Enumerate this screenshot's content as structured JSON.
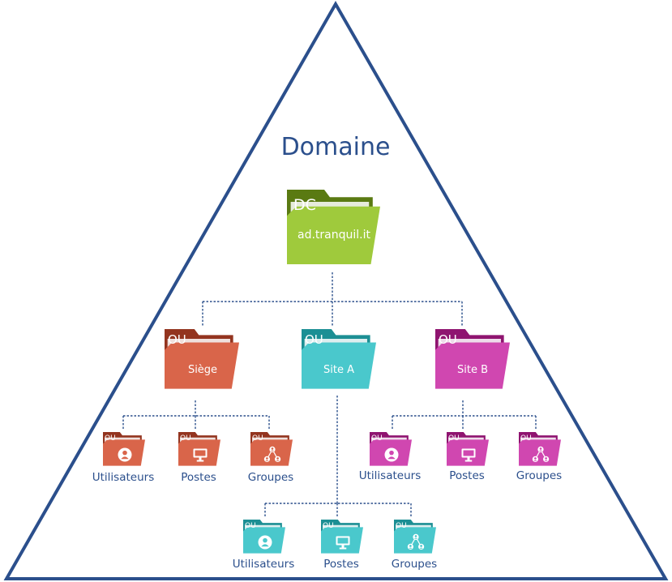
{
  "diagram": {
    "title": "Domaine",
    "root": {
      "tag": "DC",
      "name": "ad.tranquil.it",
      "color_dark": "#5a7a12",
      "color_light": "#9fca3c"
    },
    "sites": [
      {
        "tag": "OU",
        "name": "Siège",
        "color_dark": "#93341f",
        "color_light": "#d9654a",
        "children": [
          {
            "tag": "OU",
            "label": "Utilisateurs",
            "icon": "user-icon"
          },
          {
            "tag": "OU",
            "label": "Postes",
            "icon": "monitor-icon"
          },
          {
            "tag": "OU",
            "label": "Groupes",
            "icon": "group-icon"
          }
        ]
      },
      {
        "tag": "OU",
        "name": "Site A",
        "color_dark": "#1c8f94",
        "color_light": "#4ac8cc",
        "children": [
          {
            "tag": "OU",
            "label": "Utilisateurs",
            "icon": "user-icon"
          },
          {
            "tag": "OU",
            "label": "Postes",
            "icon": "monitor-icon"
          },
          {
            "tag": "OU",
            "label": "Groupes",
            "icon": "group-icon"
          }
        ]
      },
      {
        "tag": "OU",
        "name": "Site B",
        "color_dark": "#8f1470",
        "color_light": "#d047b0",
        "children": [
          {
            "tag": "OU",
            "label": "Utilisateurs",
            "icon": "user-icon"
          },
          {
            "tag": "OU",
            "label": "Postes",
            "icon": "monitor-icon"
          },
          {
            "tag": "OU",
            "label": "Groupes",
            "icon": "group-icon"
          }
        ]
      }
    ],
    "colors": {
      "triangle": "#2b4f8c",
      "text": "#2b4f8c"
    }
  }
}
